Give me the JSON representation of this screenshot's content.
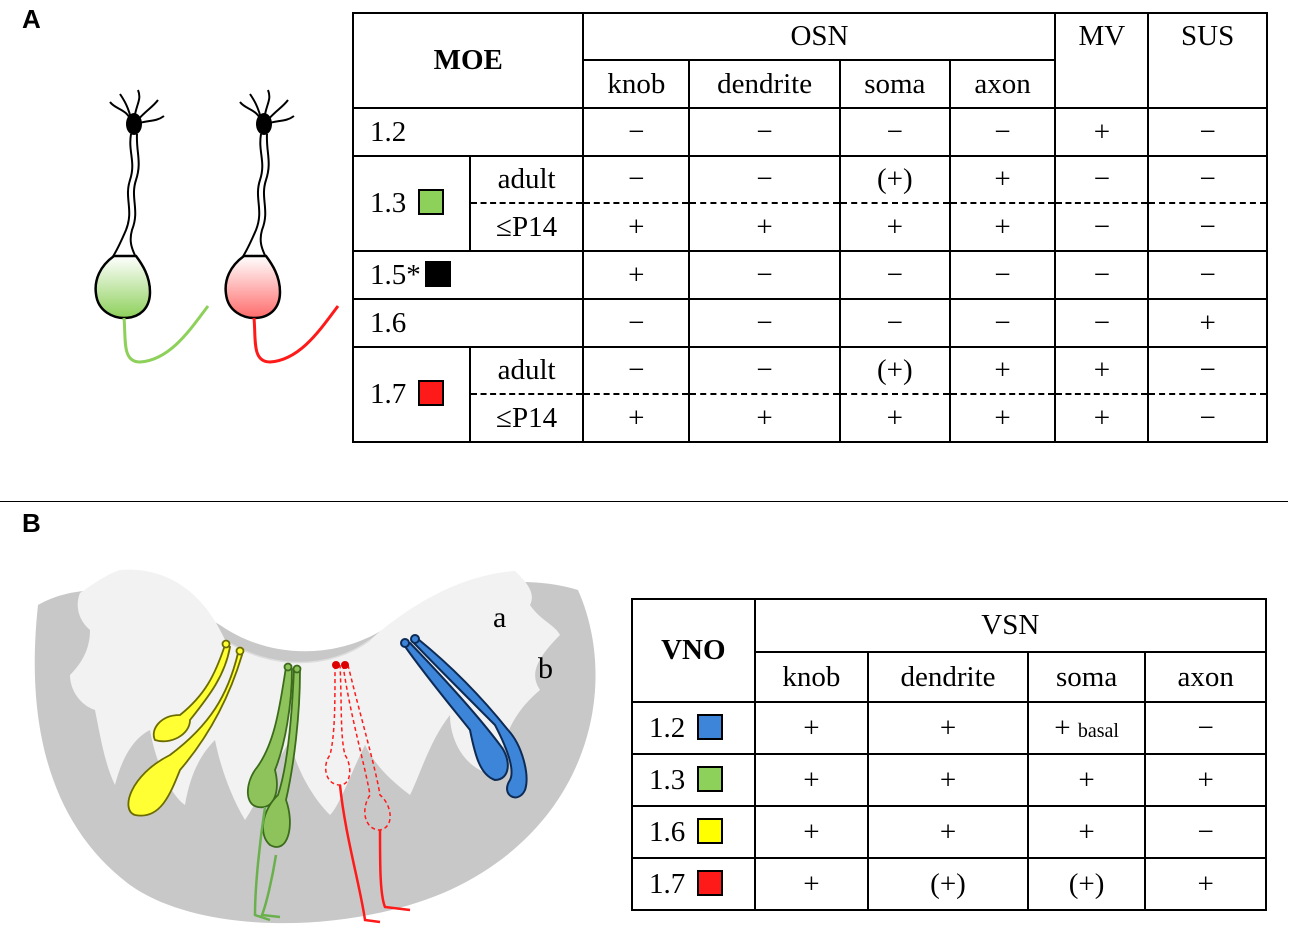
{
  "panel_a": {
    "label": "A",
    "table": {
      "corner": "MOE",
      "osn_header": "OSN",
      "mv_header": "MV",
      "sus_header": "SUS",
      "subheaders": [
        "knob",
        "dendrite",
        "soma",
        "axon"
      ],
      "adult_label": "adult",
      "p14_label": "≤P14",
      "rows": {
        "r12": {
          "label": "1.2",
          "values": [
            "−",
            "−",
            "−",
            "−",
            "+",
            "−"
          ]
        },
        "r13": {
          "label": "1.3",
          "color": "#8dd05a",
          "adult": [
            "−",
            "−",
            "(+)",
            "+",
            "−",
            "−"
          ],
          "p14": [
            "+",
            "+",
            "+",
            "+",
            "−",
            "−"
          ]
        },
        "r15": {
          "label": "1.5*",
          "color": "#000000",
          "values": [
            "+",
            "−",
            "−",
            "−",
            "−",
            "−"
          ]
        },
        "r16": {
          "label": "1.6",
          "values": [
            "−",
            "−",
            "−",
            "−",
            "−",
            "+"
          ]
        },
        "r17": {
          "label": "1.7",
          "color": "#ff1a1a",
          "adult": [
            "−",
            "−",
            "(+)",
            "+",
            "+",
            "−"
          ],
          "p14": [
            "+",
            "+",
            "+",
            "+",
            "+",
            "−"
          ]
        }
      }
    }
  },
  "panel_b": {
    "label": "B",
    "diagram": {
      "region_a": "a",
      "region_b": "b"
    },
    "table": {
      "corner": "VNO",
      "vsn_header": "VSN",
      "subheaders": [
        "knob",
        "dendrite",
        "soma",
        "axon"
      ],
      "rows": [
        {
          "label": "1.2",
          "color": "#3d85d8",
          "values": [
            "+",
            "+",
            "+",
            "−"
          ],
          "soma_note": "basal"
        },
        {
          "label": "1.3",
          "color": "#8dd05a",
          "values": [
            "+",
            "+",
            "+",
            "+"
          ]
        },
        {
          "label": "1.6",
          "color": "#ffff00",
          "values": [
            "+",
            "+",
            "+",
            "−"
          ]
        },
        {
          "label": "1.7",
          "color": "#ff1a1a",
          "values": [
            "+",
            "(+)",
            "(+)",
            "+"
          ]
        }
      ]
    }
  },
  "colors": {
    "green": "#8dd05a",
    "red": "#ff1a1a",
    "blue": "#3d85d8",
    "yellow": "#ffff00",
    "gray": "#c8c8c8",
    "light_gray": "#f2f2f2"
  }
}
